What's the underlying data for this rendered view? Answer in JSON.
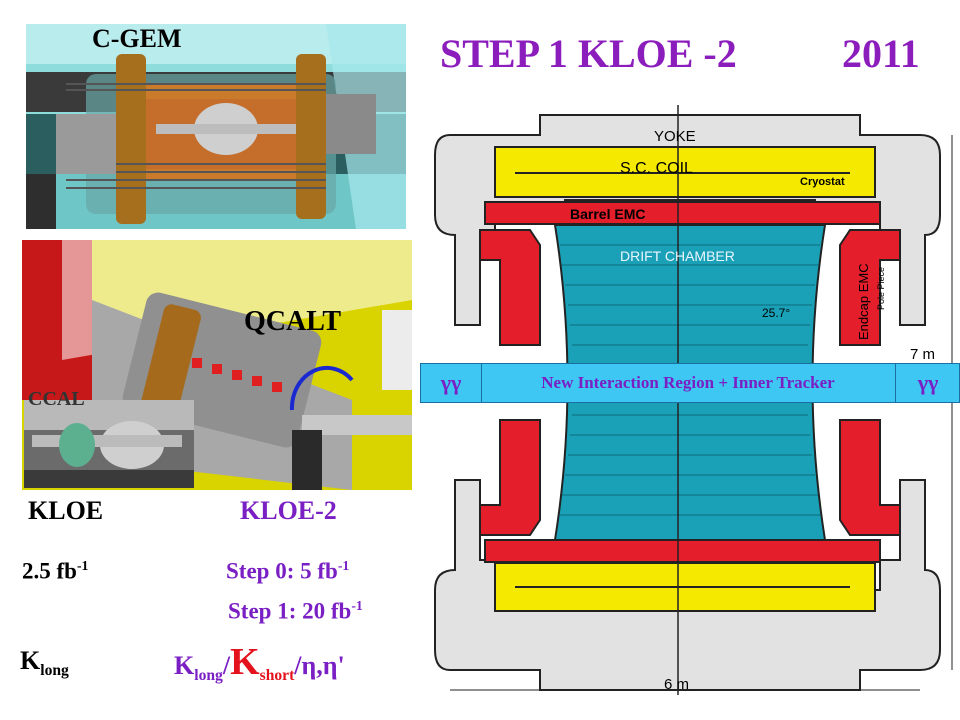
{
  "slide": {
    "title": "STEP 1  KLOE -2",
    "year": "2011",
    "detector_labels": {
      "cgem": "C-GEM",
      "qcalt": "QCALT",
      "ccal": "CCAL"
    },
    "comparison": {
      "kloe": "KLOE",
      "kloe2": "KLOE-2",
      "kloe_lumi": "2.5 fb",
      "lumi_exp": "-1",
      "step0": "Step 0: 5 fb",
      "step1": "Step 1: 20 fb",
      "k": "K",
      "long": "long",
      "short": "short",
      "eta": "/η,η'",
      "slash": "/"
    },
    "interaction_bar": {
      "gamma_left": "γγ",
      "text": "New Interaction Region  +  Inner Tracker",
      "gamma_right": "γγ"
    },
    "drawing_labels": {
      "yoke": "YOKE",
      "coil": "S.C. COIL",
      "cryostat": "Cryostat",
      "barrel": "Barrel EMC",
      "drift": "DRIFT CHAMBER",
      "endcap": "Endcap EMC",
      "pole": "Pole Piece",
      "angle": "25.7°",
      "height": "7 m",
      "width": "6 m"
    },
    "colors": {
      "title": "#8b1dbd",
      "accent": "#7a1fc4",
      "red": "#e3121c",
      "bar": "#3ec7f2"
    }
  }
}
